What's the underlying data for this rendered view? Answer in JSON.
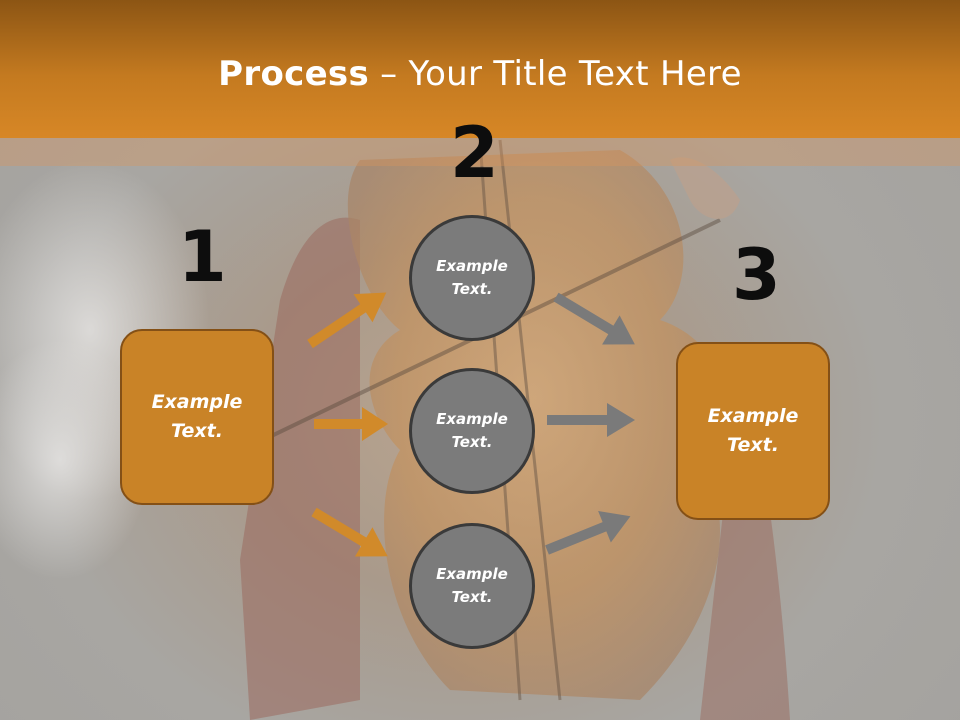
{
  "slide": {
    "title_bold": "Process",
    "title_rest": " – Your Title Text Here",
    "step_numbers": [
      "1",
      "2",
      "3"
    ],
    "left_box": "Example\nText.",
    "right_box": "Example\nText.",
    "circles": [
      "Example\nText.",
      "Example\nText.",
      "Example\nText."
    ],
    "colors": {
      "header": "#d78726",
      "box_fill": "#c98327",
      "circle_fill": "#7b7b7b",
      "orange_arrow": "#d18a2a",
      "gray_arrow": "#7a7a7a"
    }
  }
}
